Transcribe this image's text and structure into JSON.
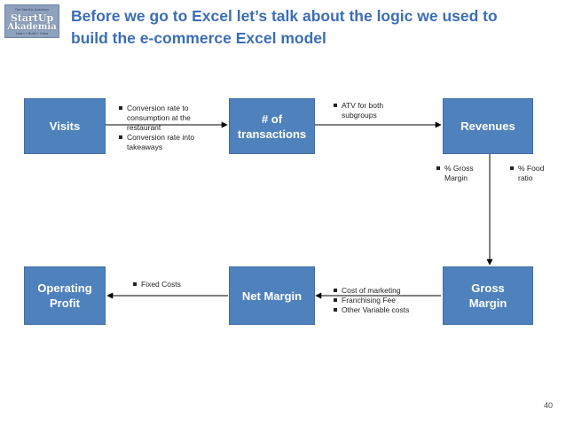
{
  "logo": {
    "top_text": "The StartUp Academy",
    "word1": "StartUp",
    "word2": "Akademia",
    "bottom_text": "Learn • Build • Grow"
  },
  "title": {
    "line1": "Before we go to Excel let’s talk about the logic we used to",
    "line2": "build the e-commerce Excel model"
  },
  "nodes": {
    "visits": [
      "Visits"
    ],
    "transactions": [
      "# of",
      "transactions"
    ],
    "revenues": [
      "Revenues"
    ],
    "gross_margin": [
      "Gross",
      "Margin"
    ],
    "net_margin": [
      "Net Margin"
    ],
    "operating_profit": [
      "Operating",
      "Profit"
    ]
  },
  "drivers": {
    "visits_to_transactions": [
      "Conversion rate to consumption at the restaurant",
      "Conversion rate into takeaways"
    ],
    "transactions_to_revenues": [
      "ATV for both subgroups"
    ],
    "revenues_to_gross_margin_left": [
      "% Gross Margin"
    ],
    "revenues_to_gross_margin_right": [
      "% Food ratio"
    ],
    "gross_to_net_margin": [
      "Cost  of  marketing",
      "Franchising Fee",
      "Other Variable costs"
    ],
    "net_margin_to_operating_profit": [
      "Fixed Costs"
    ]
  },
  "colors": {
    "box_fill": "#4f81bd",
    "title": "#3c6eb4",
    "arrow": "#000000"
  },
  "page_number": "40"
}
